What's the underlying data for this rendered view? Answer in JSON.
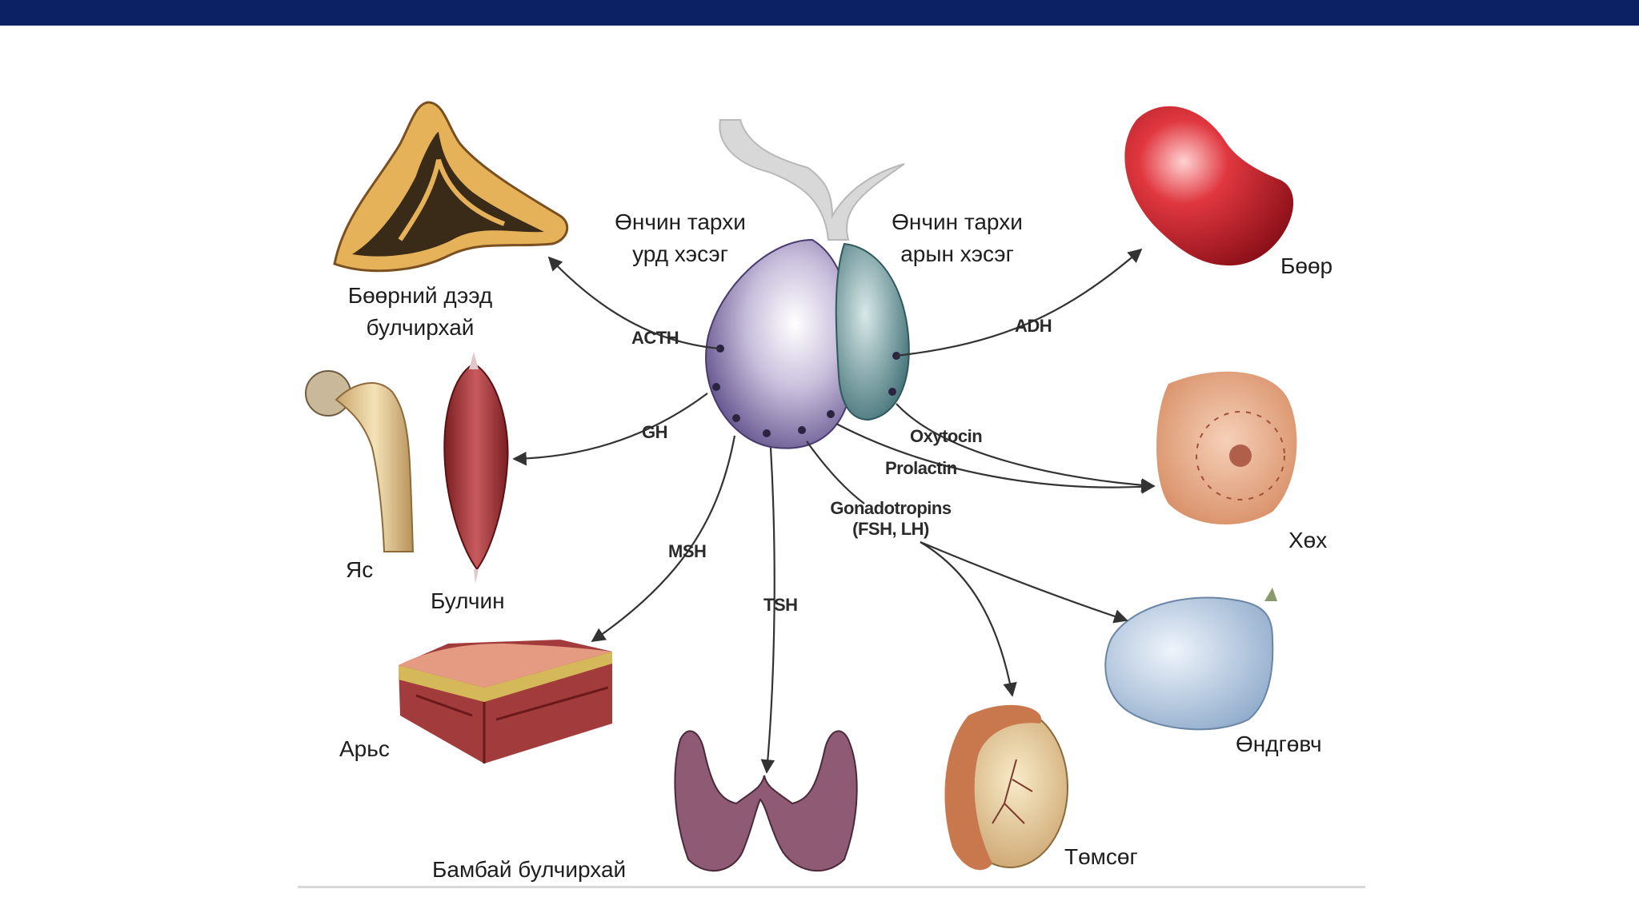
{
  "header": {
    "bar_color": "#0b2163"
  },
  "pituitary": {
    "anterior_label": "Өнчин тархи урд хэсэг",
    "anterior_line1": "Өнчин тархи",
    "anterior_line2": "урд хэсэг",
    "posterior_line1": "Өнчин тархи",
    "posterior_line2": "арын хэсэг"
  },
  "hormones": {
    "acth": "ACTH",
    "gh": "GH",
    "msh": "MSH",
    "tsh": "TSH",
    "gonadotropins_line1": "Gonadotropins",
    "gonadotropins_line2": "(FSH, LH)",
    "prolactin": "Prolactin",
    "oxytocin": "Oxytocin",
    "adh": "ADH"
  },
  "targets": {
    "adrenal_line1": "Бөөрний дээд",
    "adrenal_line2": "булчирхай",
    "bone": "Яс",
    "muscle": "Булчин",
    "skin": "Арьс",
    "thyroid": "Бамбай булчирхай",
    "testis": "Төмсөг",
    "ovary": "Өндгөвч",
    "breast": "Хөх",
    "kidney": "Бөөр"
  },
  "icons": [
    "adrenal-gland",
    "bone",
    "muscle",
    "skin-section",
    "thyroid",
    "testis",
    "ovary",
    "breast",
    "kidney",
    "pituitary-gland"
  ]
}
